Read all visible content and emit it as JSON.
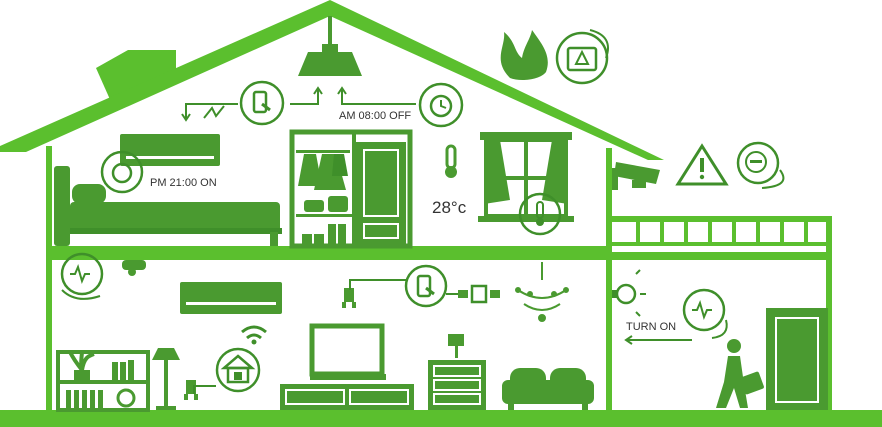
{
  "colors": {
    "primary": "#5bbf2e",
    "dark": "#3f8f2a",
    "furniture": "#4a9a30",
    "text": "#333333",
    "background": "#ffffff"
  },
  "labels": {
    "alarm_off": "AM 08:00 OFF",
    "alarm_on": "PM 21:00 ON",
    "temperature": "28°c",
    "turn_on": "TURN ON"
  },
  "icons": [
    "phone-control-icon",
    "alarm-clock-icon",
    "fire-icon",
    "fire-alert-device-icon",
    "thermometer-icon",
    "security-camera-icon",
    "warning-icon",
    "police-badge-icon",
    "motion-sensor-icon",
    "wifi-icon",
    "smart-home-icon",
    "plug-icon",
    "valve-icon",
    "light-bulb-icon"
  ]
}
